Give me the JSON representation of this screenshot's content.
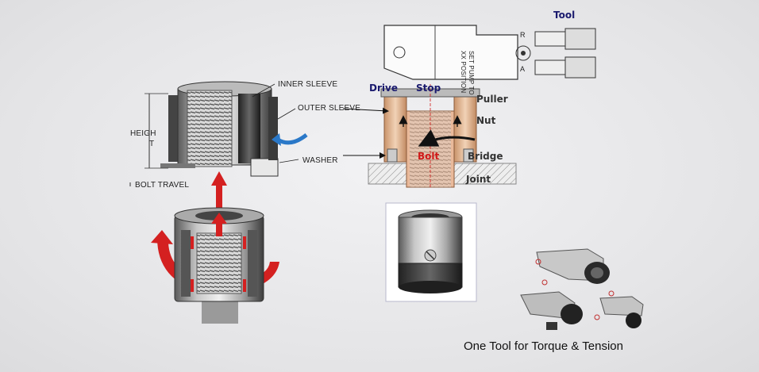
{
  "labels": {
    "inner_sleeve": "INNER SLEEVE",
    "outer_sleeve": "OUTER SLEEVE",
    "height_line1": "HEIGH",
    "height_line2": "T",
    "washer": "WASHER",
    "bolt_travel": "BOLT TRAVEL",
    "tool": "Tool",
    "drive": "Drive",
    "stop": "Stop",
    "puller": "Puller",
    "nut": "Nut",
    "bolt": "Bolt",
    "bridge": "Bridge",
    "joint": "Joint",
    "pump_text_1": "SET PUMP TO",
    "pump_text_2": "XX POSITION",
    "mark_r": "R",
    "mark_a": "A",
    "caption": "One Tool for Torque & Tension"
  },
  "colors": {
    "arrow_red": "#d42020",
    "arrow_blue": "#2a78c8",
    "label_navy": "#1a1a6e",
    "nut_tan": "#d9a57c",
    "bolt_red": "#d01818"
  }
}
